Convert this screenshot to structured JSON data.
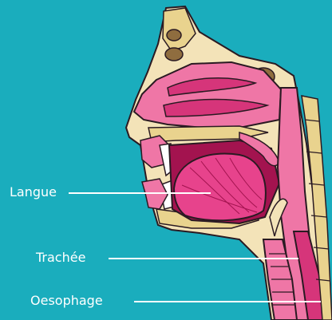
{
  "colors": {
    "background": "#1aadbd",
    "skin": "#f3e3b8",
    "bone": "#e9d38e",
    "outline": "#2a1a22",
    "cavity_dark": "#a3134f",
    "cavity_mid": "#d6357a",
    "soft_tissue": "#ef76a6",
    "tongue": "#e7438c",
    "sinus": "#8f6d3f",
    "label_text": "#ffffff"
  },
  "labels": {
    "langue": "Langue",
    "trachee": "Trachée",
    "oesophage": "Oesophage"
  }
}
